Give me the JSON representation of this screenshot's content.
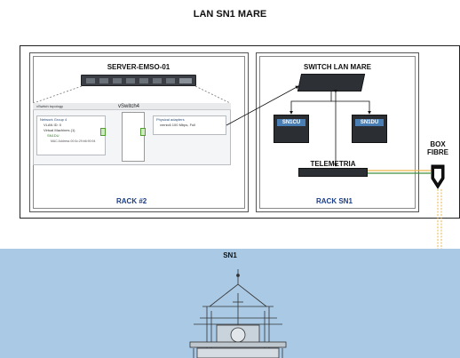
{
  "title": "LAN SN1 MARE",
  "rack2": {
    "label": "RACK #2",
    "server_name": "SERVER-EMSO-01",
    "topology": {
      "header": "vSwitch topology",
      "vswitch_name": "vSwitch4",
      "network_group": "Network Group 4",
      "vlan": "VLAN ID: 0",
      "vms": "Virtual Machines (1)",
      "vm_name": "SN1DU",
      "mac": "MAC Address 00:0c:29:b6:90:94",
      "physical_adapters": "Physical adapters",
      "nic": "vmnic6 100 Mbps, Full"
    }
  },
  "racksn1": {
    "label": "RACK SN1",
    "switch_name": "SWITCH LAN MARE",
    "pc_left": "SN1CU",
    "pc_right": "SN1DU",
    "telemetry": "TELEMETRIA"
  },
  "box_fibre": "BOX\nFIBRE",
  "sea": {
    "label": "SN1"
  },
  "colors": {
    "rack_label": "#1a3d8a",
    "sea": "#a9c9e4",
    "fibre": "#e8b64a",
    "pc_face": "#4a7fb5"
  }
}
